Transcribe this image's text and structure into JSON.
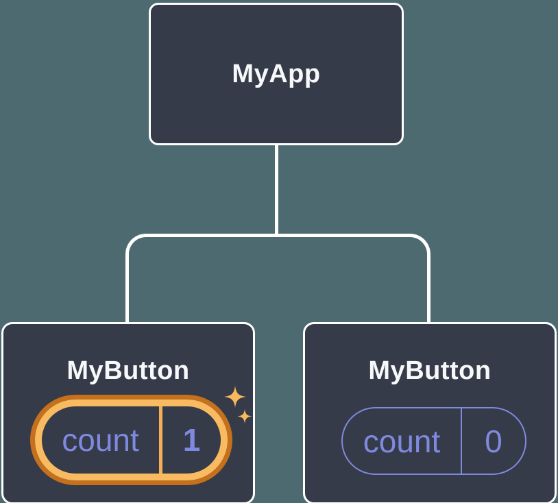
{
  "colors": {
    "background": "#4d6a70",
    "node_fill": "#353b48",
    "node_border": "#ffffff",
    "connector": "#ffffff",
    "title_text": "#f7f8fa",
    "state_text": "#7f89e0",
    "state_border": "#7f89e0",
    "highlight_ring_inner": "#f9bb61",
    "highlight_ring_outer": "#c4701d",
    "highlight_divider": "#f3ae56",
    "sparkle": "#f8b95e"
  },
  "tree": {
    "root": {
      "label": "MyApp"
    },
    "children": [
      {
        "label": "MyButton",
        "state": {
          "key": "count",
          "value": "1"
        },
        "highlighted": true
      },
      {
        "label": "MyButton",
        "state": {
          "key": "count",
          "value": "0"
        },
        "highlighted": false
      }
    ]
  }
}
